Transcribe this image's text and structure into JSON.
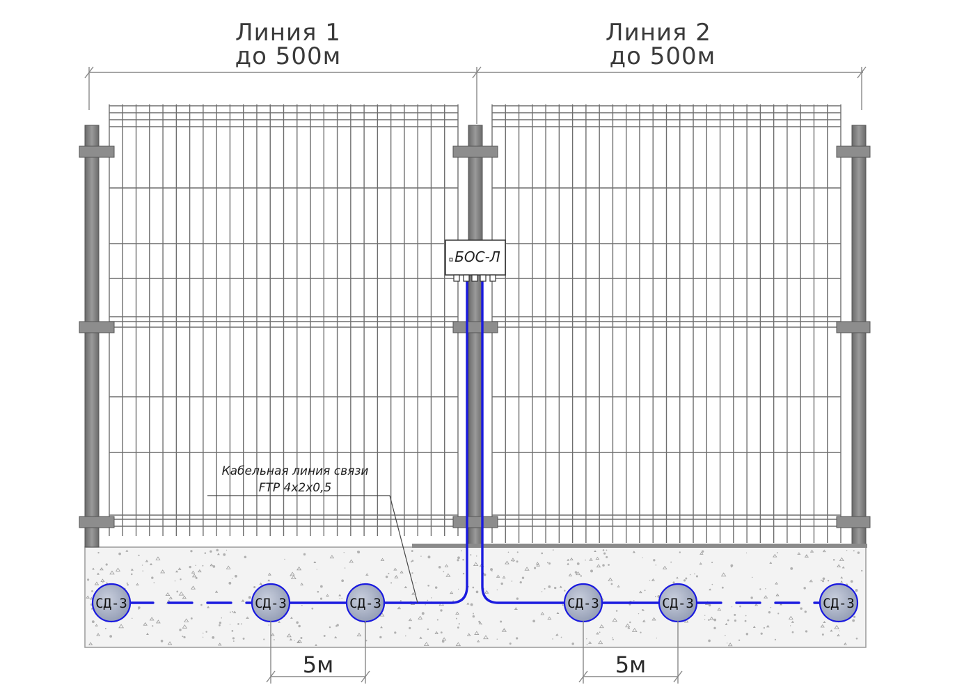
{
  "lines": [
    {
      "label": "Линия 1",
      "length": "до 500м"
    },
    {
      "label": "Линия 2",
      "length": "до 500м"
    }
  ],
  "controller": {
    "label": "БОС-Л"
  },
  "cable": {
    "line1": "Кабельная линия связи",
    "line2": "FTP 4x2x0,5"
  },
  "sensor_label": "СД-3",
  "spacing_labels": [
    "5м",
    "5м"
  ],
  "colors": {
    "cable": "#1a1adf",
    "post": "#7b7b7b",
    "mesh": "#6e6e6e",
    "sensor_fill": "#a9b3c9",
    "sensor_stroke": "#1a1adf",
    "ground": "#f1f1f1"
  }
}
